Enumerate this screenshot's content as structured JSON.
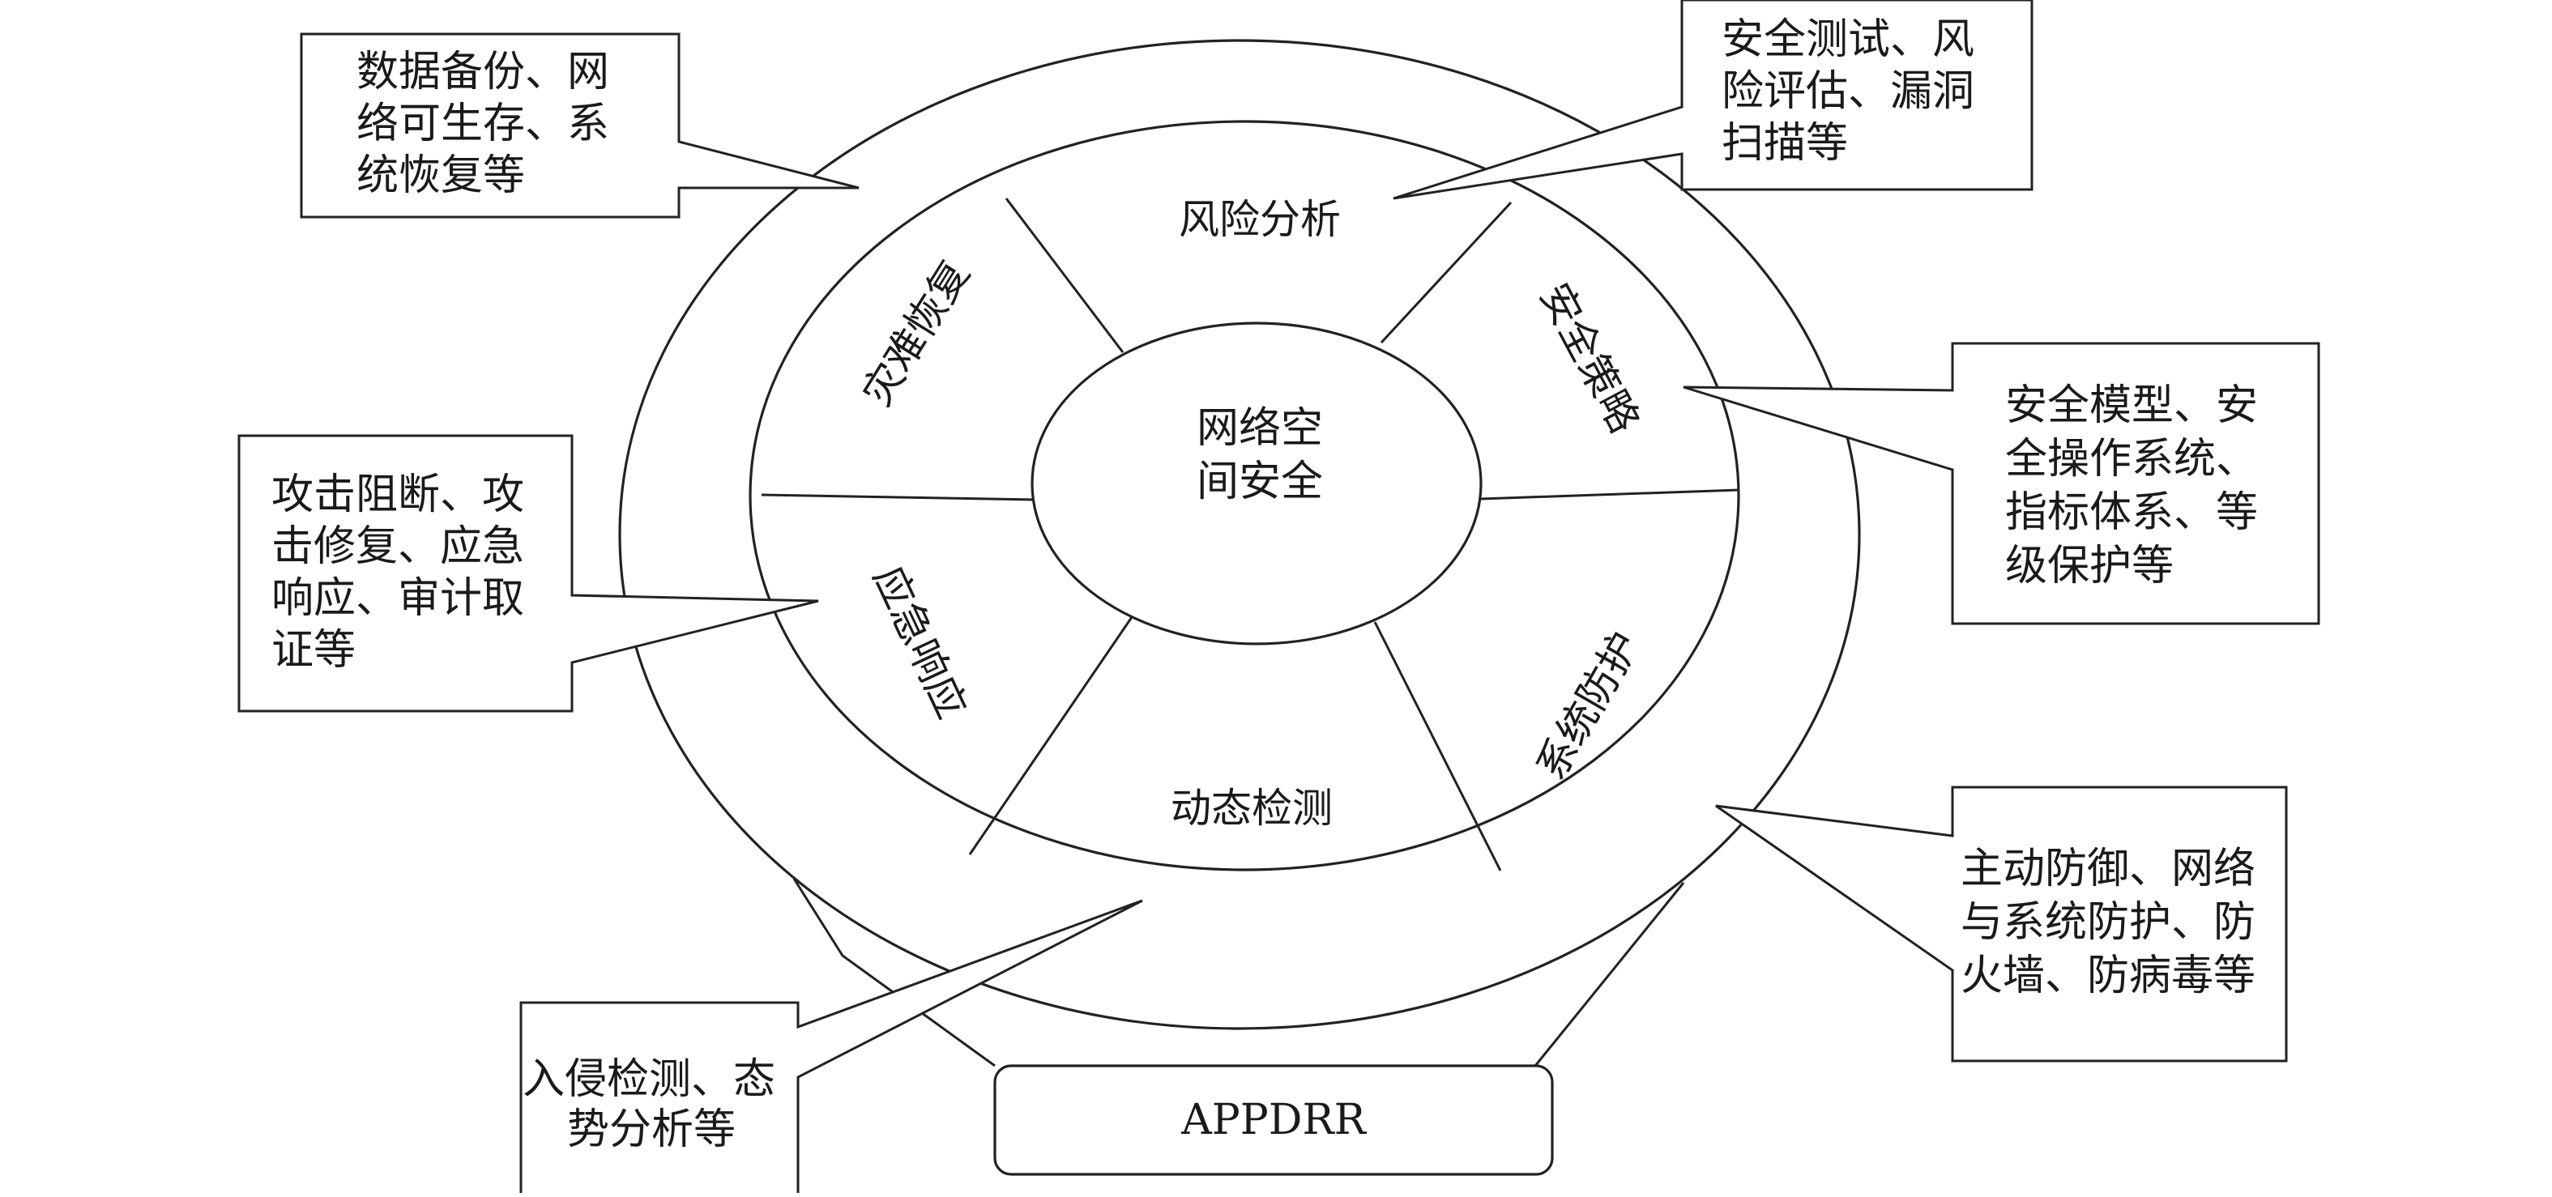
{
  "center_label": {
    "lines": [
      "网络空",
      "间安全"
    ]
  },
  "sectors": [
    {
      "id": "risk",
      "label": "风险分析"
    },
    {
      "id": "policy",
      "label": "安全策略"
    },
    {
      "id": "protection",
      "label": "系统防护"
    },
    {
      "id": "detection",
      "label": "动态检测"
    },
    {
      "id": "response",
      "label": "应急响应"
    },
    {
      "id": "recovery",
      "label": "灾难恢复"
    }
  ],
  "model_label": "APPDRR",
  "callouts": [
    {
      "id": "recovery",
      "lines": [
        "数据备份、网",
        "络可生存、系",
        "统恢复等"
      ]
    },
    {
      "id": "risk",
      "lines": [
        "安全测试、风",
        "险评估、漏洞",
        "扫描等"
      ]
    },
    {
      "id": "policy",
      "lines": [
        "安全模型、安",
        "全操作系统、",
        "指标体系、等",
        "级保护等"
      ]
    },
    {
      "id": "response",
      "lines": [
        "攻击阻断、攻",
        "击修复、应急",
        "响应、审计取",
        "证等"
      ]
    },
    {
      "id": "protection",
      "lines": [
        "主动防御、网络",
        "与系统防护、防",
        "火墙、防病毒等"
      ]
    },
    {
      "id": "detection",
      "lines": [
        "入侵检测、态",
        "势分析等"
      ]
    }
  ]
}
